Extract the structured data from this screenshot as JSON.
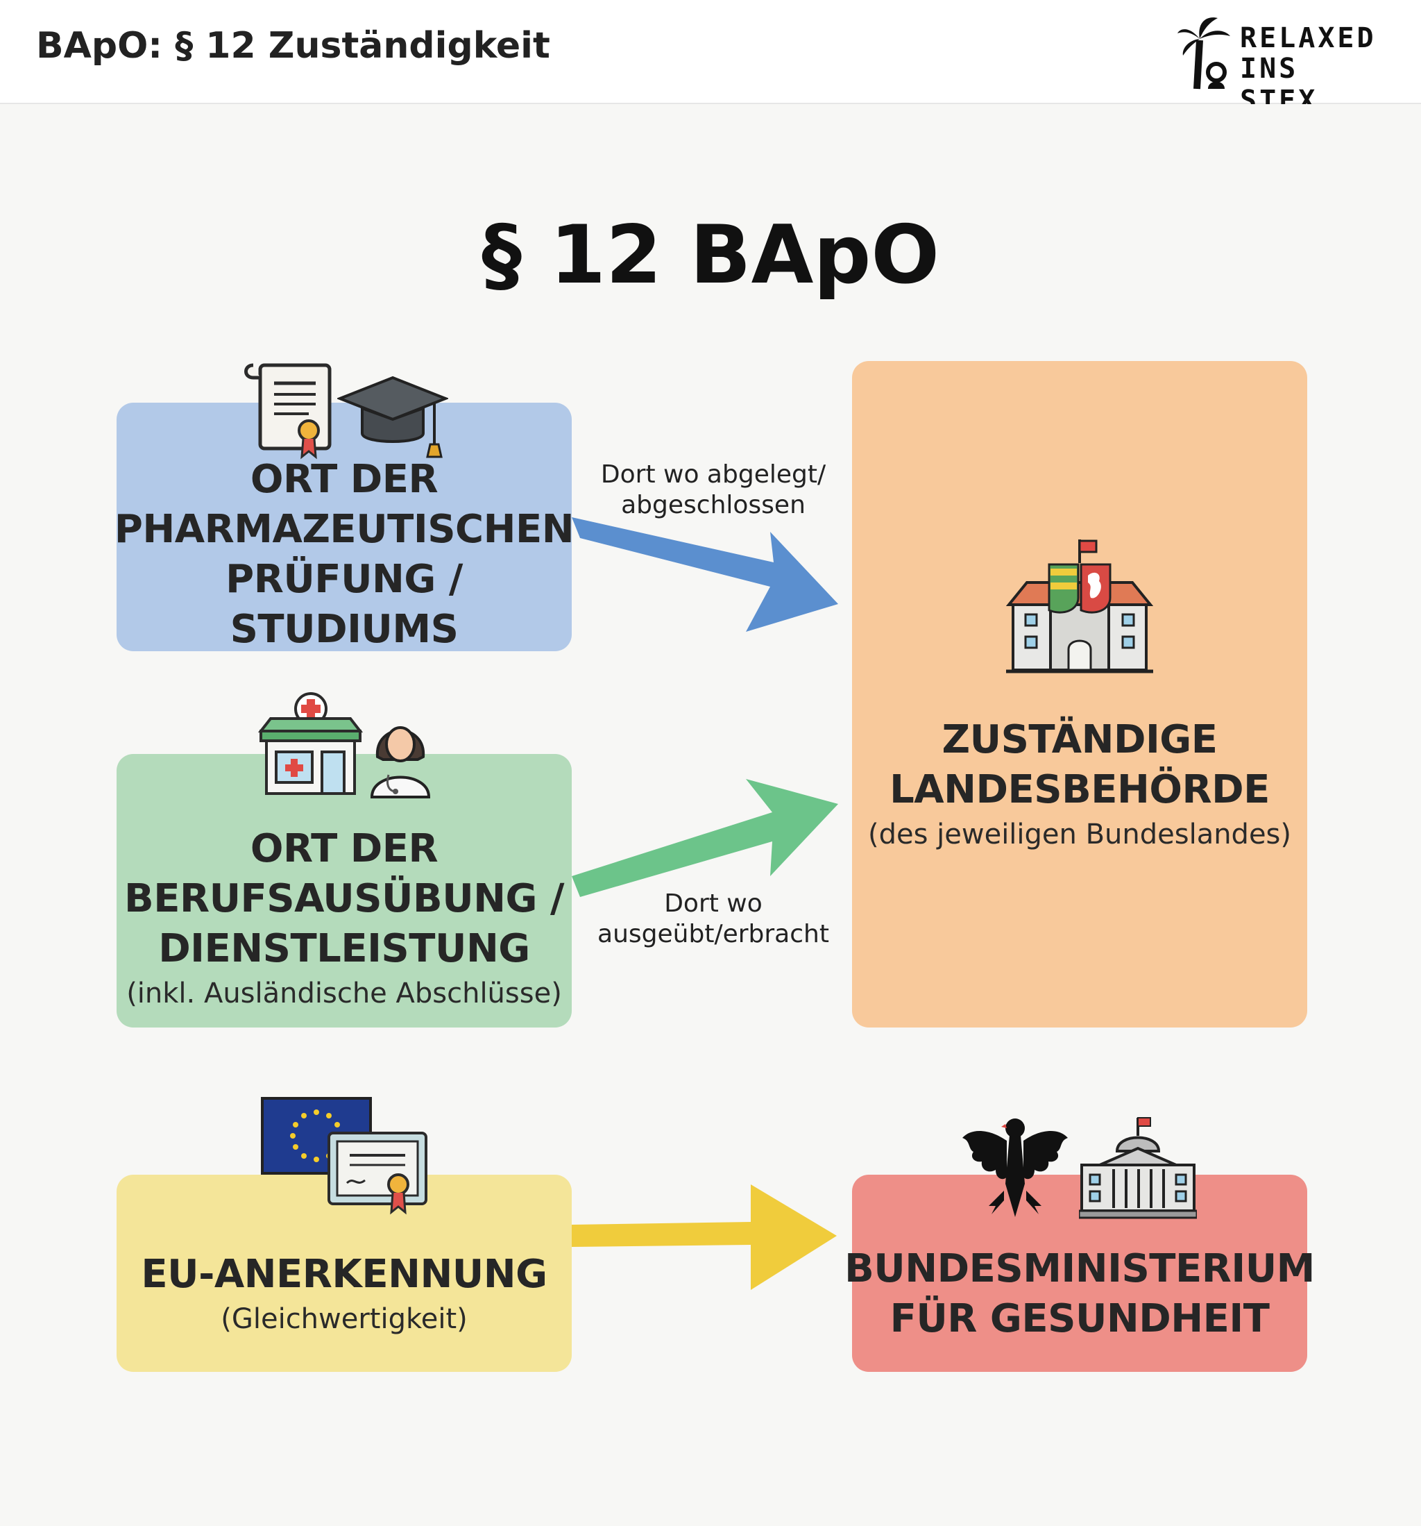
{
  "header": {
    "title": "BApO: § 12 Zuständigkeit",
    "logo_line1": "RELAXED",
    "logo_line2": "INS STEX"
  },
  "diagram": {
    "title": "§ 12 BApO",
    "boxes": {
      "pruefung": {
        "title": "ORT DER\nPHARMAZEUTISCHEN\nPRÜFUNG / STUDIUMS"
      },
      "berufsausuebung": {
        "title": "ORT DER\nBERUFSAUSÜBUNG /\nDIENSTLEISTUNG",
        "subtitle": "(inkl. Ausländische Abschlüsse)"
      },
      "eu": {
        "title": "EU-ANERKENNUNG",
        "subtitle": "(Gleichwertigkeit)"
      },
      "landesbehoerde": {
        "title": "ZUSTÄNDIGE\nLANDESBEHÖRDE",
        "subtitle": "(des jeweiligen Bundeslandes)"
      },
      "bundesministerium": {
        "title": "BUNDESMINISTERIUM\nFÜR GESUNDHEIT"
      }
    },
    "arrows": {
      "blue_label": "Dort wo abgelegt/\nabgeschlossen",
      "green_label": "Dort wo\nausgeübt/erbracht"
    },
    "colors": {
      "blue_box": "#b2c9e8",
      "green_box": "#b4dbbb",
      "yellow_box": "#f4e599",
      "orange_box": "#f8c99b",
      "red_box": "#ee8f88",
      "blue_arrow": "#5b8fcf",
      "green_arrow": "#6cc48a",
      "yellow_arrow": "#f0cc3c"
    },
    "icons": [
      "diploma-icon",
      "graduation-cap-icon",
      "pharmacy-icon",
      "pharmacist-icon",
      "eu-flag-icon",
      "certificate-icon",
      "government-building-icon",
      "federal-eagle-icon",
      "ministry-building-icon"
    ]
  }
}
